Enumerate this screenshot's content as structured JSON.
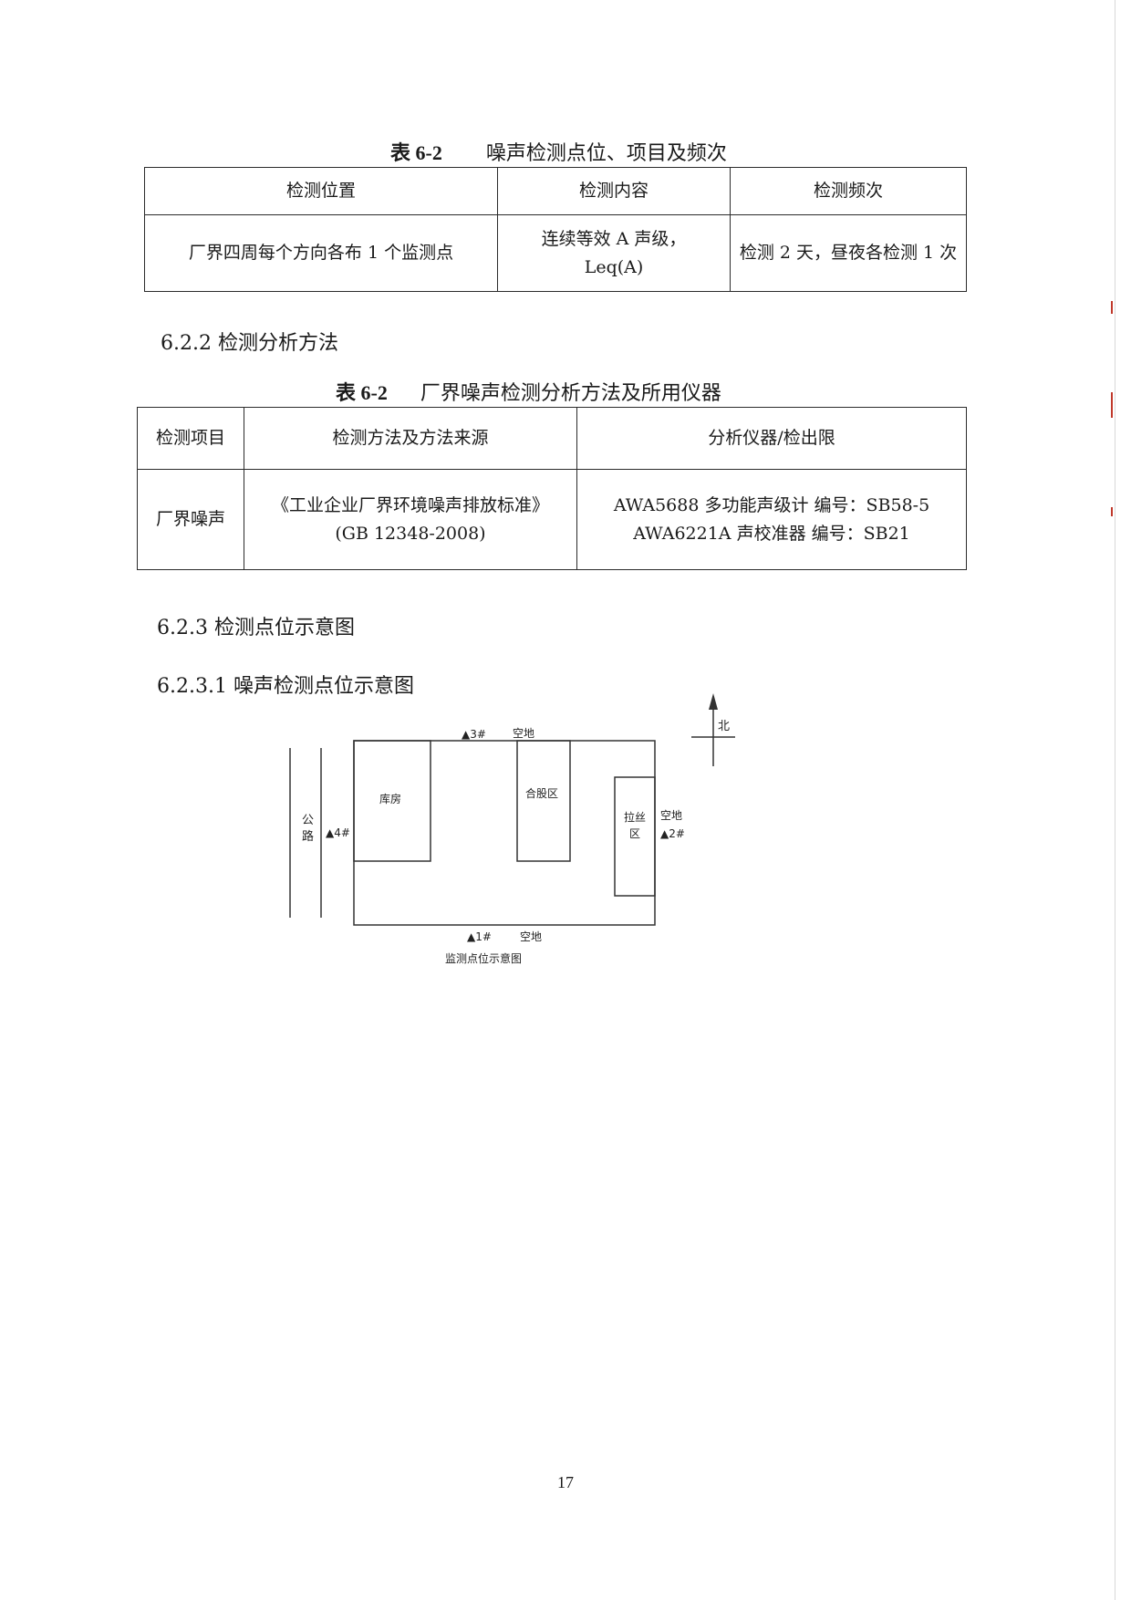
{
  "table1": {
    "caption_num": "表 6-2",
    "caption_title": "噪声检测点位、项目及频次",
    "headers": [
      "检测位置",
      "检测内容",
      "检测频次"
    ],
    "row": {
      "location": "厂界四周每个方向各布 1 个监测点",
      "content_line1": "连续等效 A 声级，",
      "content_line2": "Leq(A)",
      "frequency": "检测 2 天，昼夜各检测 1 次"
    }
  },
  "heading_622": "6.2.2 检测分析方法",
  "table2": {
    "caption_num": "表 6-2",
    "caption_title": "厂界噪声检测分析方法及所用仪器",
    "headers": [
      "检测项目",
      "检测方法及方法来源",
      "分析仪器/检出限"
    ],
    "row": {
      "item": "厂界噪声",
      "method_line1": "《工业企业厂界环境噪声排放标准》",
      "method_line2": "(GB 12348-2008)",
      "instrument_line1": "AWA5688 多功能声级计  编号：SB58-5",
      "instrument_line2": "AWA6221A 声校准器  编号：SB21"
    }
  },
  "heading_623": "6.2.3  检测点位示意图",
  "heading_6231": "6.2.3.1 噪声检测点位示意图",
  "diagram": {
    "north": "北",
    "road_1": "公",
    "road_2": "路",
    "warehouse": "库房",
    "hegu": "合股区",
    "lasi_1": "拉丝",
    "lasi_2": "区",
    "point1": "▲1#",
    "point2": "▲2#",
    "point3": "▲3#",
    "point4": "▲4#",
    "vacant_north": "空地",
    "vacant_east": "空地",
    "vacant_south": "空地",
    "caption": "监测点位示意图"
  },
  "page_number": "17"
}
